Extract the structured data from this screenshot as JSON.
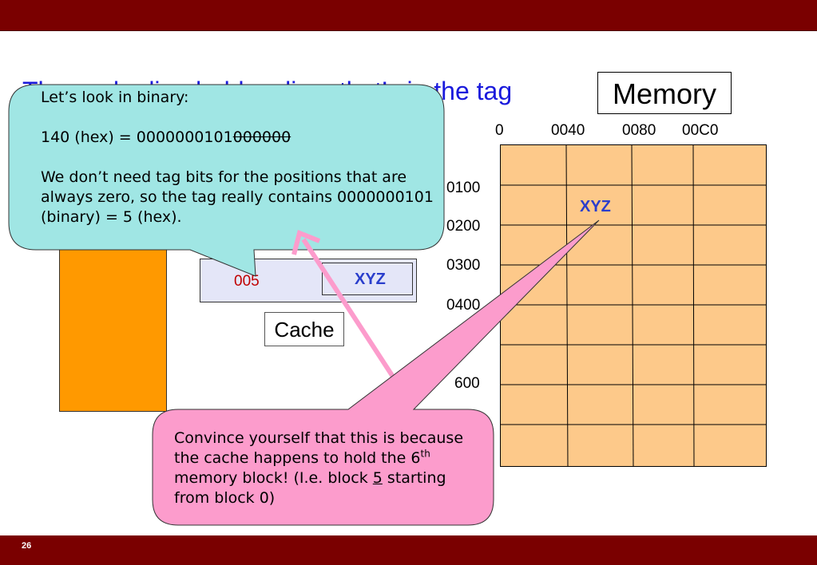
{
  "slide": {
    "number": "26",
    "title": "The cache line holds a line, that’s in the tag"
  },
  "memory": {
    "label": "Memory",
    "column_labels": [
      "0",
      "0040",
      "0080",
      "00C0"
    ],
    "row_labels": [
      "0100",
      "0200",
      "0300",
      "0400",
      "600"
    ],
    "cell_content": "XYZ"
  },
  "cache": {
    "label": "Cache",
    "tag": "005",
    "data": "XYZ"
  },
  "callout_binary": {
    "intro": "Let’s look in binary:",
    "hex_value": "140 (hex) = ",
    "binary_kept": "0000000101",
    "binary_struck": "000000",
    "explanation": "We don’t need tag bits for the positions that are always zero, so the tag really contains 0000000101 (binary) = 5 (hex)."
  },
  "callout_convince": {
    "text_before": "Convince yourself that this is because the cache happens to hold the 6",
    "superscript": "th",
    "text_middle": " memory block! (I.e. block ",
    "block_number": "5",
    "text_after": " starting from block 0)"
  },
  "colors": {
    "bar": "#7a0000",
    "title": "#1a1adc",
    "memory_cells": "#fdc98a",
    "cpu_block": "#ff9900",
    "cache_line": "#e4e6f8",
    "callout_binary": "#a0e6e4",
    "callout_convince": "#fc9ccc",
    "tag_text": "#c00000",
    "xyz_text": "#2a3ecc"
  }
}
